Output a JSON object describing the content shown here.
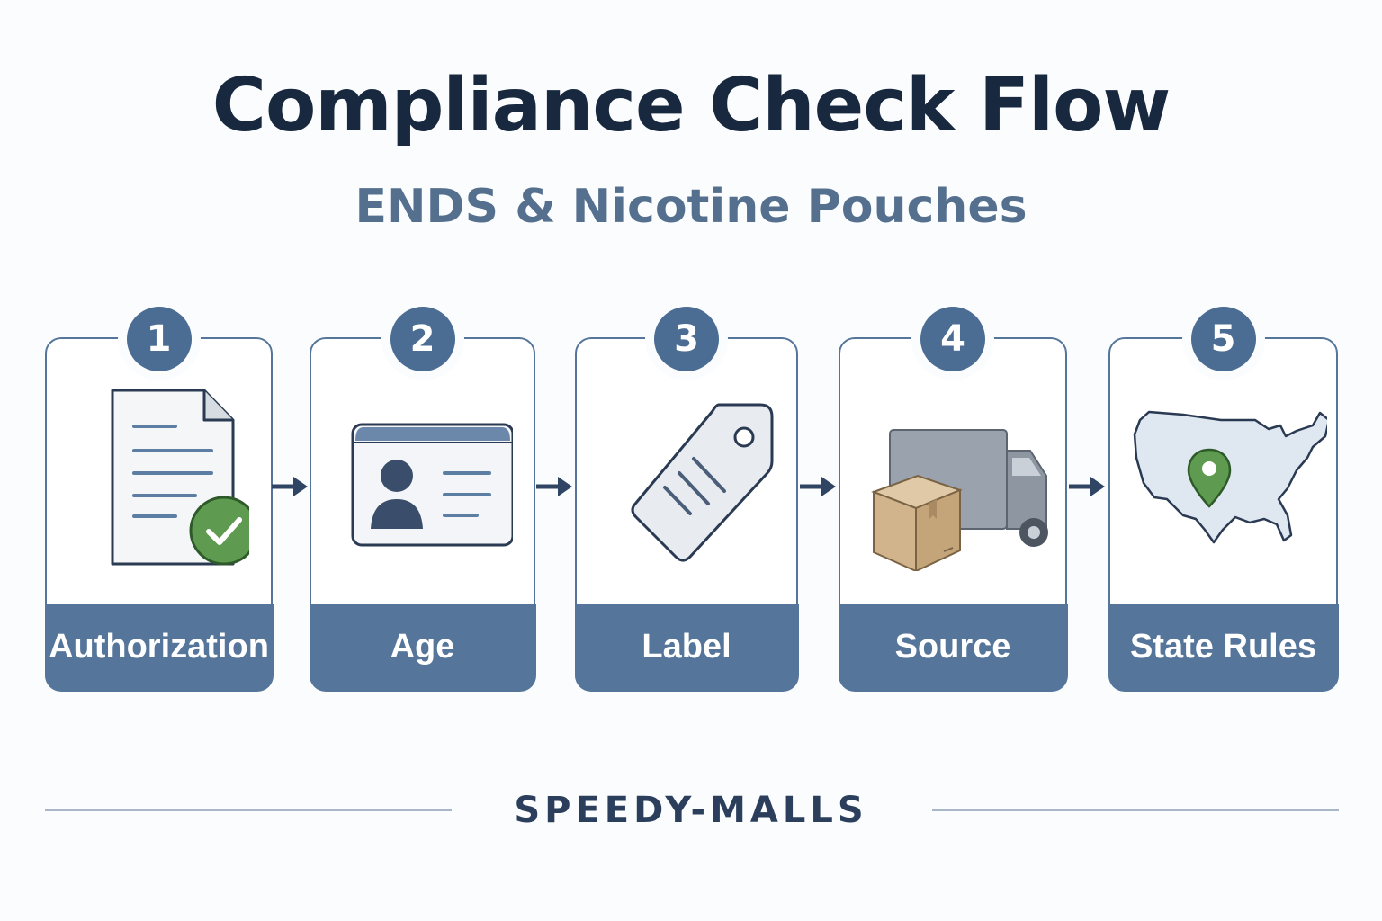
{
  "title": "Compliance Check Flow",
  "subtitle": "ENDS & Nicotine Pouches",
  "steps": [
    {
      "number": "1",
      "label": "Authorization",
      "icon": "document-check-icon"
    },
    {
      "number": "2",
      "label": "Age",
      "icon": "id-card-icon"
    },
    {
      "number": "3",
      "label": "Label",
      "icon": "tag-icon"
    },
    {
      "number": "4",
      "label": "Source",
      "icon": "truck-box-icon"
    },
    {
      "number": "5",
      "label": "State Rules",
      "icon": "us-map-pin-icon"
    }
  ],
  "footer": "SPEEDY-MALLS",
  "colors": {
    "title": "#17283f",
    "subtitle": "#55708f",
    "accent": "#55769a",
    "badge": "#4b6d94",
    "check_green": "#5e9a4f"
  }
}
